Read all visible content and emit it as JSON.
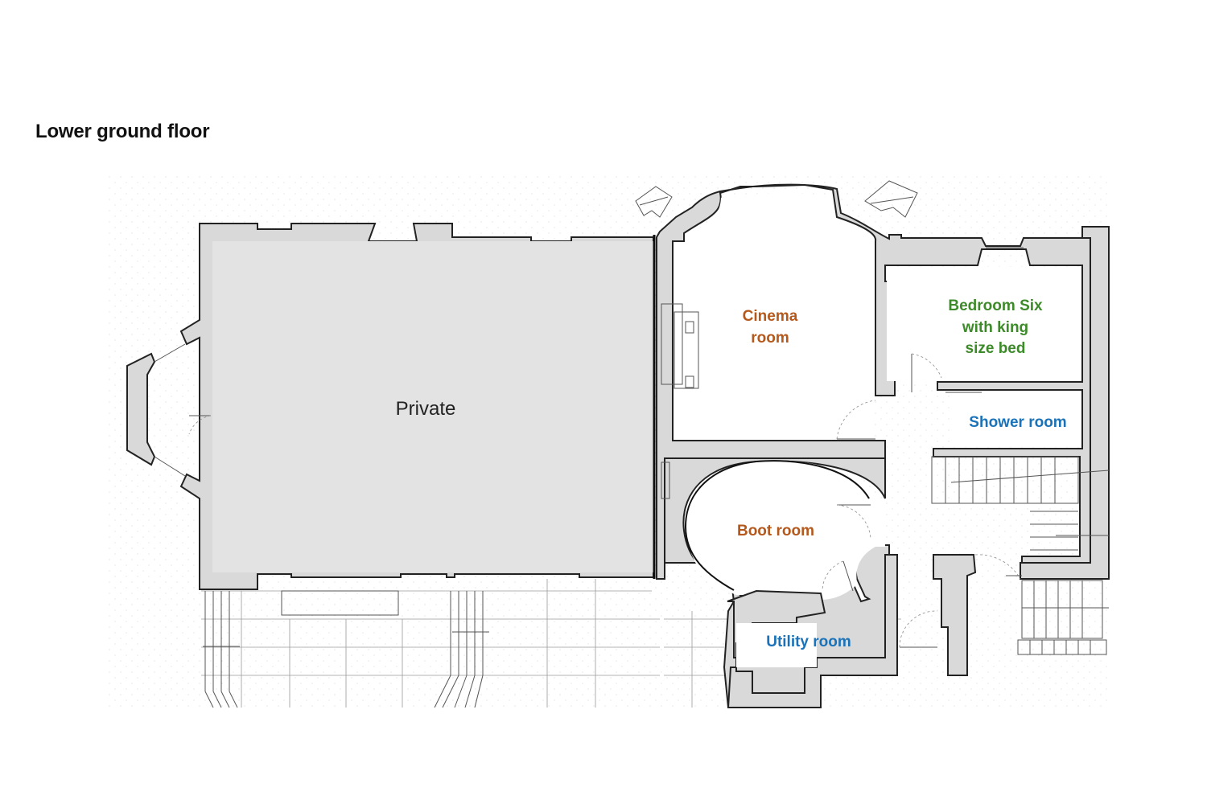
{
  "title": "Lower ground floor",
  "rooms": {
    "private": {
      "label": "Private"
    },
    "cinema": {
      "line1": "Cinema",
      "line2": "room"
    },
    "bedroom_six": {
      "line1": "Bedroom Six",
      "line2": "with king",
      "line3": "size bed"
    },
    "shower": {
      "label": "Shower room"
    },
    "boot": {
      "label": "Boot room"
    },
    "utility": {
      "label": "Utility room"
    }
  },
  "colors": {
    "orange_label": "#b5581c",
    "green_label": "#3d8a2a",
    "blue_label": "#1a72b8",
    "private_fill": "#e3e3e3",
    "wall_fill": "#d9d9d9"
  }
}
